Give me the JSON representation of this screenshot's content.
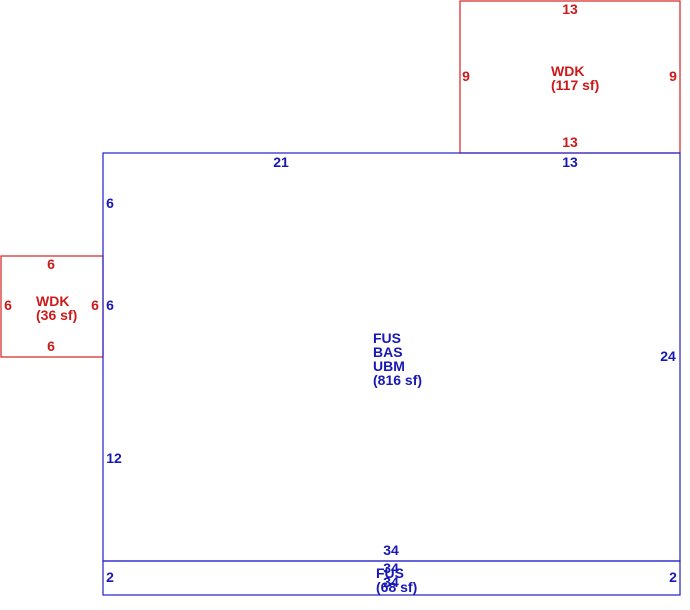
{
  "colors": {
    "main_outline": "#1e1ec8",
    "main_text": "#1818b4",
    "deck_outline": "#d42020",
    "deck_text": "#cc1a1a"
  },
  "areas": {
    "main": {
      "codes": [
        "FUS",
        "BAS",
        "UBM"
      ],
      "area": "(816 sf)",
      "dims": {
        "top_left": "21",
        "top_right": "13",
        "left_upper": "6",
        "left_middle": "6",
        "left_lower": "12",
        "right": "24",
        "bottom": "34"
      }
    },
    "deck_top": {
      "code": "WDK",
      "area": "(117 sf)",
      "dims": {
        "top": "13",
        "bottom": "13",
        "left": "9",
        "right": "9"
      }
    },
    "deck_left": {
      "code": "WDK",
      "area": "(36 sf)",
      "dims": {
        "top": "6",
        "bottom": "6",
        "left": "6",
        "right": "6"
      }
    },
    "bottom_strip": {
      "code": "FUS",
      "area": "(68 sf)",
      "dims": {
        "top": "34",
        "bottom": "34",
        "left": "2",
        "right": "2"
      }
    }
  }
}
